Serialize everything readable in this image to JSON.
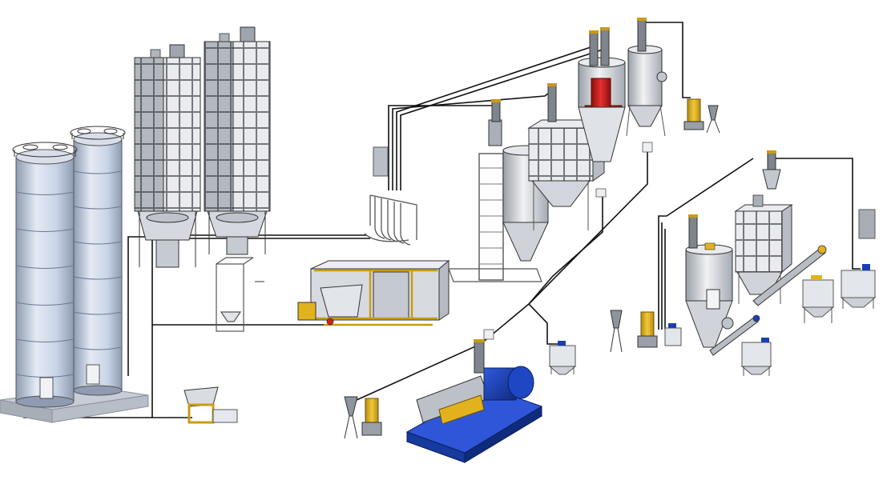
{
  "diagram": {
    "kind": "3D plant layout illustration (bulk material handling / extrusion line)",
    "labels": [],
    "colors": {
      "background": "#ffffff",
      "piping": "#111111",
      "silo_body": "#c9d4e6",
      "silo_shadow": "#8e9bb2",
      "steel_light": "#e6e8ec",
      "steel_mid": "#b9bec7",
      "steel_dark": "#6b717a",
      "accent_yellow": "#e2b21e",
      "accent_red": "#d21f1f",
      "extruder_blue": "#1a3fb3",
      "panel_grey": "#9aa0a8",
      "base_slab": "#c7ccd6"
    },
    "components": [
      {
        "id": "storage-silo-1",
        "icon": "tall-cylindrical-silo-icon"
      },
      {
        "id": "storage-silo-2",
        "icon": "tall-cylindrical-silo-icon"
      },
      {
        "id": "panel-silo-1",
        "icon": "paneled-silo-icon"
      },
      {
        "id": "panel-silo-2",
        "icon": "paneled-silo-icon"
      },
      {
        "id": "bag-unloading-station",
        "icon": "frame-station-icon"
      },
      {
        "id": "hopper-feeder",
        "icon": "hopper-icon"
      },
      {
        "id": "manifold-rack",
        "icon": "pipe-manifold-icon"
      },
      {
        "id": "control-cabinet-left",
        "icon": "electrical-cabinet-icon"
      },
      {
        "id": "blending-unit",
        "icon": "blender-enclosure-icon"
      },
      {
        "id": "tower-mixer",
        "icon": "vertical-mixer-tower-icon"
      },
      {
        "id": "dryer-hopper-red",
        "icon": "dryer-hopper-icon"
      },
      {
        "id": "dryer-vessel",
        "icon": "vertical-vessel-icon"
      },
      {
        "id": "dust-collector-top",
        "icon": "vacuum-loader-icon"
      },
      {
        "id": "twin-screw-extruder",
        "icon": "extruder-icon"
      },
      {
        "id": "vacuum-loader-bottom",
        "icon": "vacuum-loader-icon"
      },
      {
        "id": "ibc-container-center",
        "icon": "ibc-container-icon"
      },
      {
        "id": "vertical-mixer-right",
        "icon": "vertical-mixer-icon"
      },
      {
        "id": "cube-hopper-right",
        "icon": "cube-hopper-icon"
      },
      {
        "id": "screw-conveyor-right",
        "icon": "screw-conveyor-icon"
      },
      {
        "id": "control-cabinet-right",
        "icon": "electrical-cabinet-icon"
      },
      {
        "id": "ibc-container-right-1",
        "icon": "ibc-container-icon"
      },
      {
        "id": "ibc-container-right-2",
        "icon": "ibc-container-icon"
      },
      {
        "id": "ibc-container-right-3",
        "icon": "ibc-container-icon"
      },
      {
        "id": "vacuum-loader-right",
        "icon": "vacuum-loader-icon"
      }
    ]
  }
}
